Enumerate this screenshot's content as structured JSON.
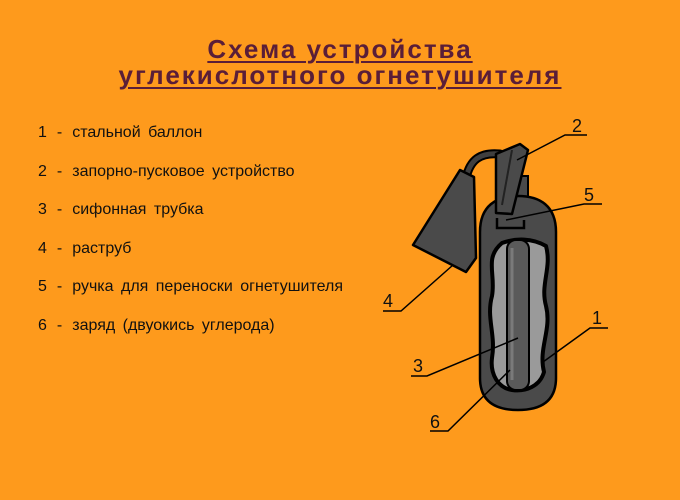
{
  "title": {
    "line1": "Схема устройства",
    "line2": "углекислотного огнетушителя"
  },
  "legend": [
    {
      "num": "1",
      "text": "стальной баллон"
    },
    {
      "num": "2",
      "text": "запорно-пусковое устройство"
    },
    {
      "num": "3",
      "text": "сифонная трубка"
    },
    {
      "num": "4",
      "text": "раструб"
    },
    {
      "num": "5",
      "text": "ручка для переноски огнетушителя"
    },
    {
      "num": "6",
      "text": "заряд (двуокись углерода)"
    }
  ],
  "callouts": {
    "c1": "1",
    "c2": "2",
    "c3": "3",
    "c4": "4",
    "c5": "5",
    "c6": "6"
  },
  "colors": {
    "background": "#fe9a1c",
    "title": "#5a1e38",
    "body": "#4a4a4a",
    "cavity": "#9a9a9a"
  }
}
